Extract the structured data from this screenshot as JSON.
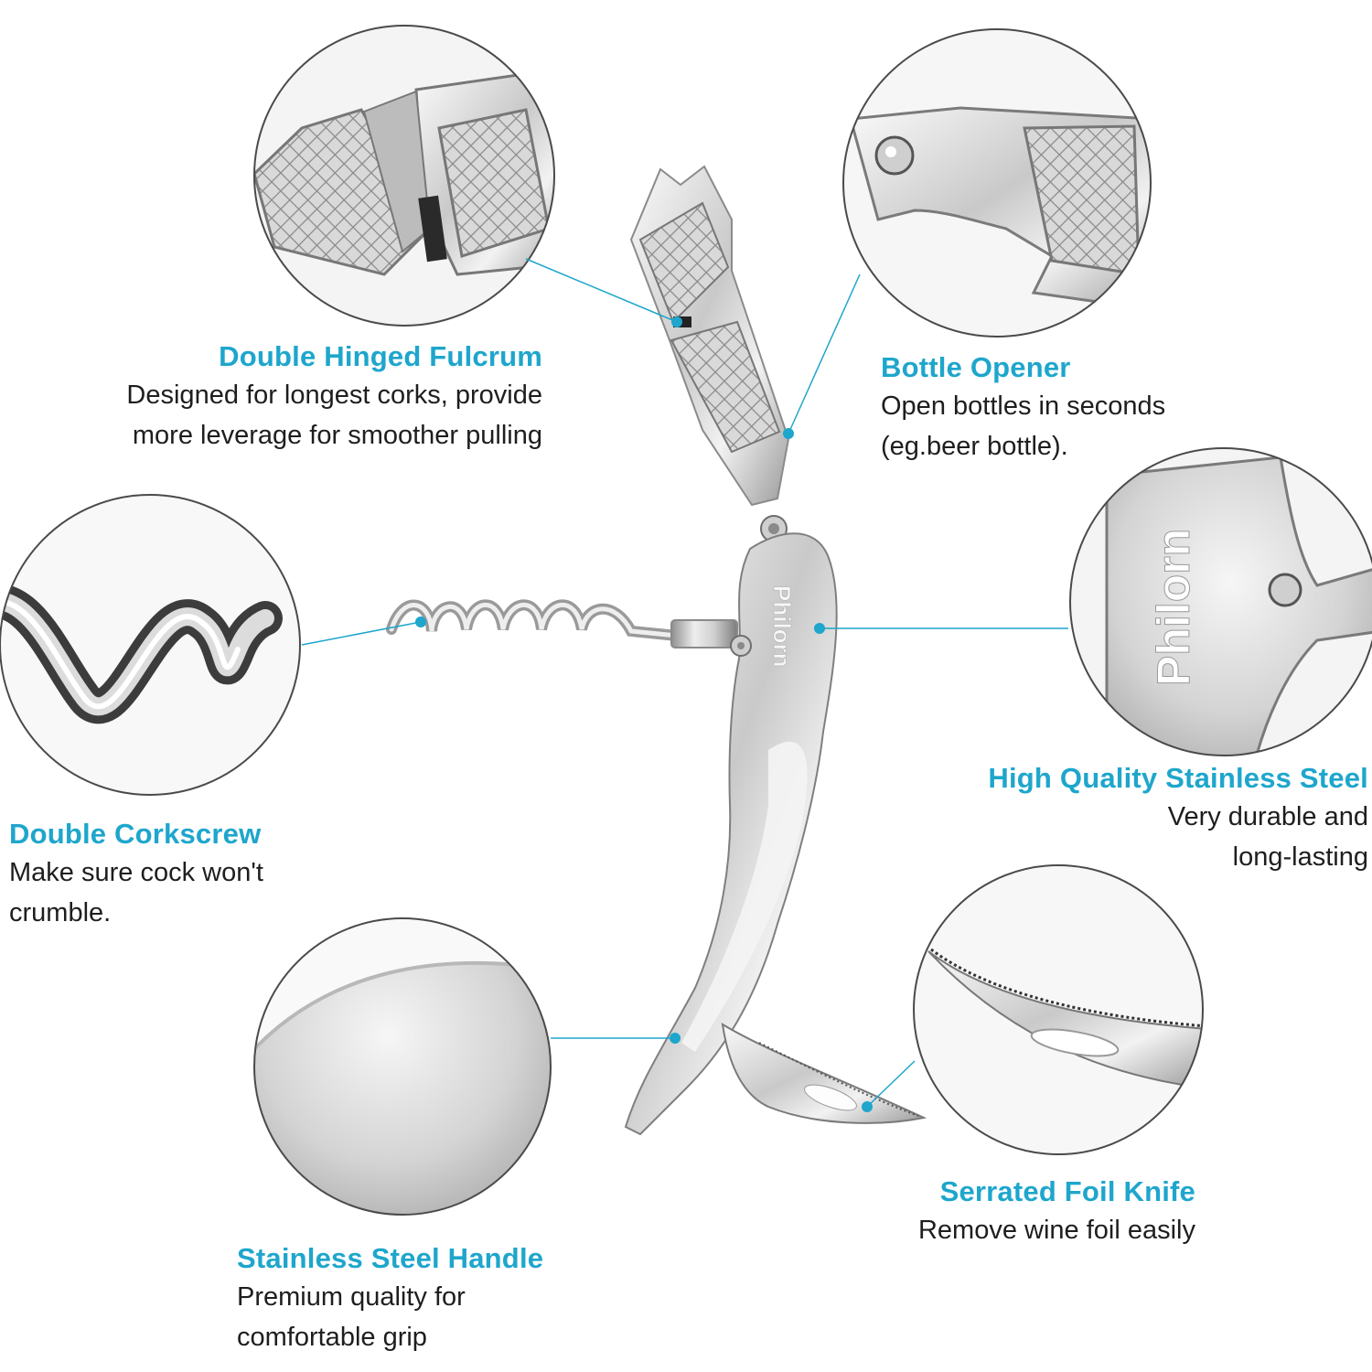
{
  "colors": {
    "accent": "#1ea6cc",
    "steel_light": "#eeeeee",
    "steel_mid": "#b5b5b5",
    "steel_dark": "#6b6b6b",
    "ring": "#4a4a4a",
    "text": "#1e1e1e"
  },
  "brand": {
    "logo_text": "Philorn"
  },
  "features": [
    {
      "id": "fulcrum",
      "title": "Double Hinged Fulcrum",
      "lines": [
        "Designed for longest corks, provide",
        "more leverage for smoother pulling"
      ]
    },
    {
      "id": "bottle-opener",
      "title": "Bottle Opener",
      "lines": [
        "Open bottles in seconds",
        "(eg.beer bottle)."
      ]
    },
    {
      "id": "corkscrew",
      "title": "Double Corkscrew",
      "lines": [
        "Make sure cock won't",
        "crumble."
      ]
    },
    {
      "id": "steel",
      "title": "High Quality Stainless Steel",
      "lines": [
        "Very durable and",
        "long-lasting"
      ]
    },
    {
      "id": "foil-knife",
      "title": "Serrated Foil Knife",
      "lines": [
        "Remove wine foil easily"
      ]
    },
    {
      "id": "handle",
      "title": "Stainless Steel Handle",
      "lines": [
        "Premium quality for",
        "comfortable grip"
      ]
    }
  ]
}
